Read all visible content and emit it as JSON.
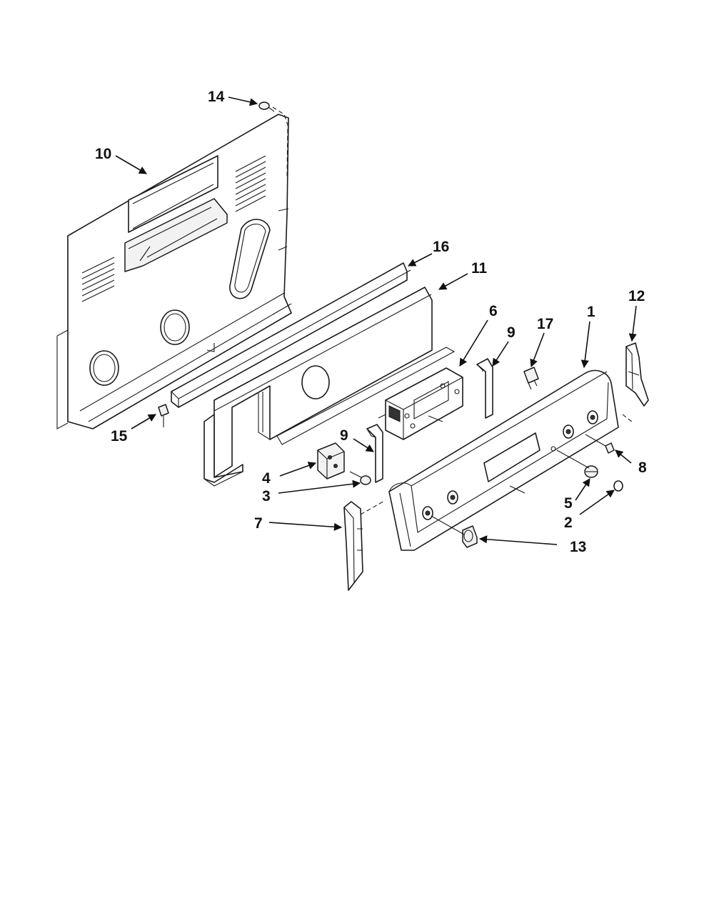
{
  "callouts": {
    "c1": "1",
    "c2": "2",
    "c3": "3",
    "c4": "4",
    "c5": "5",
    "c6": "6",
    "c7": "7",
    "c8": "8",
    "c9a": "9",
    "c9b": "9",
    "c10": "10",
    "c11": "11",
    "c12": "12",
    "c13": "13",
    "c14": "14",
    "c15": "15",
    "c16": "16",
    "c17": "17"
  }
}
